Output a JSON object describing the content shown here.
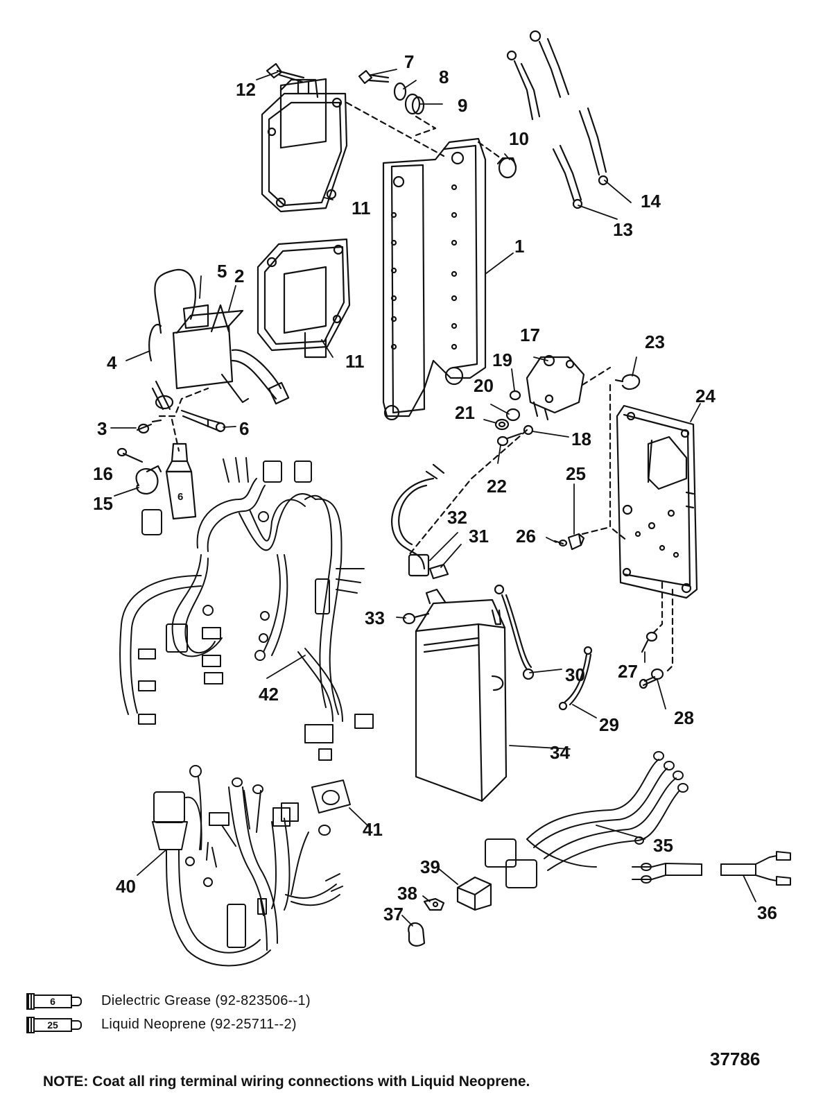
{
  "callouts": [
    "1",
    "2",
    "3",
    "4",
    "5",
    "6",
    "7",
    "8",
    "9",
    "10",
    "11",
    "11",
    "12",
    "13",
    "14",
    "15",
    "16",
    "17",
    "18",
    "19",
    "20",
    "21",
    "22",
    "23",
    "24",
    "25",
    "26",
    "27",
    "28",
    "29",
    "30",
    "31",
    "32",
    "33",
    "34",
    "35",
    "36",
    "37",
    "38",
    "39",
    "40",
    "41",
    "42"
  ],
  "tube_label_6": "6",
  "legend": [
    {
      "tube": "6",
      "text": "Dielectric Grease (92-823506--1)"
    },
    {
      "tube": "25",
      "text": "Liquid Neoprene (92-25711--2)"
    }
  ],
  "note": "NOTE: Coat all ring terminal wiring connections with Liquid Neoprene.",
  "figure_number": "37786"
}
